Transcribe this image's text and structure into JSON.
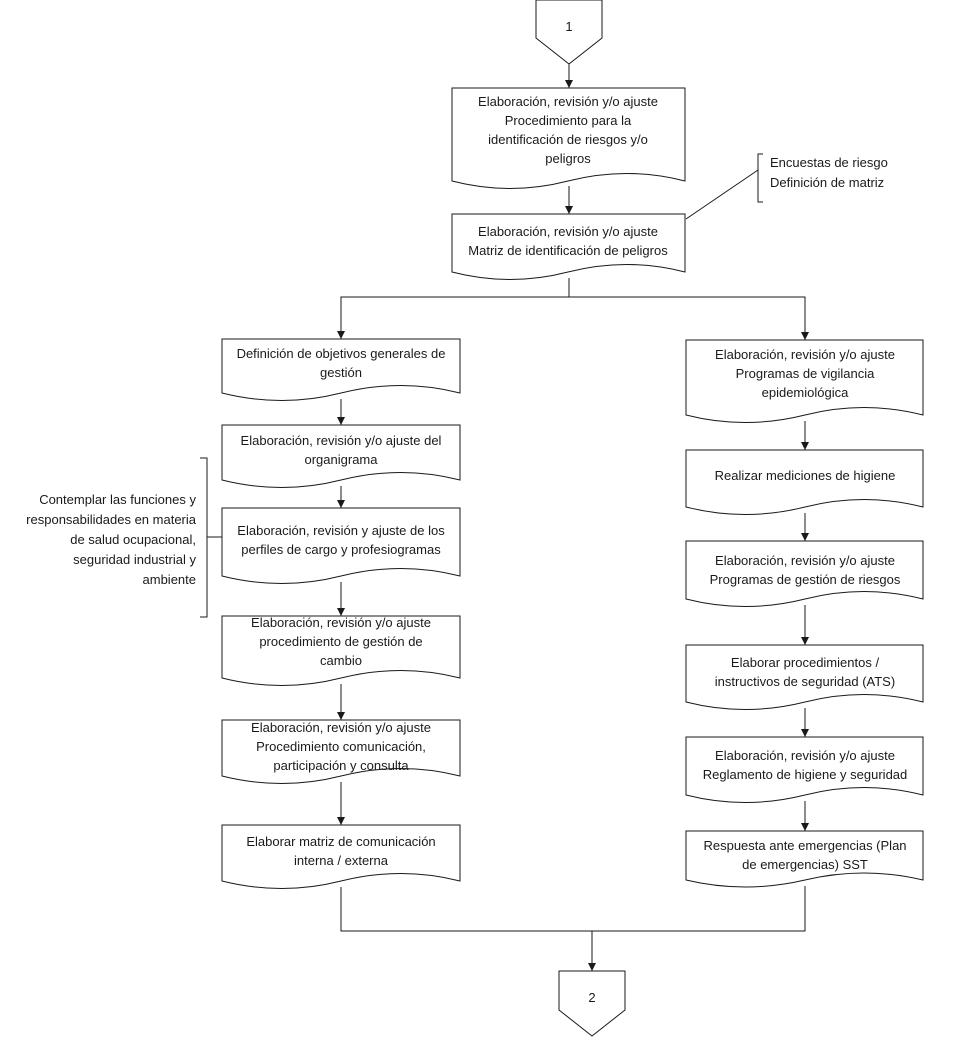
{
  "connectors": {
    "top": "1",
    "bottom": "2"
  },
  "top": {
    "procedure": [
      "Elaboración, revisión y/o ajuste",
      "Procedimiento para la",
      "identificación de riesgos y/o",
      "peligros"
    ],
    "matrix": [
      "Elaboración, revisión y/o ajuste",
      "Matriz de identificación de peligros"
    ],
    "matrix_note": [
      "Encuestas de riesgo",
      "Definición de matriz"
    ]
  },
  "left": {
    "objectives": [
      "Definición de objetivos generales de",
      "gestión"
    ],
    "org_chart": [
      "Elaboración, revisión y/o ajuste del",
      "organigrama"
    ],
    "profiles": [
      "Elaboración, revisión y ajuste de los",
      "perfiles de cargo y profesiogramas"
    ],
    "change": [
      "Elaboración, revisión y/o ajuste",
      "procedimiento de gestión de",
      "cambio"
    ],
    "communication": [
      "Elaboración, revisión y/o ajuste",
      "Procedimiento comunicación,",
      "participación y consulta"
    ],
    "comm_matrix": [
      "Elaborar matriz de comunicación",
      "interna / externa"
    ],
    "note": [
      "Contemplar las funciones y",
      "responsabilidades en materia",
      "de salud ocupacional,",
      "seguridad industrial y",
      "ambiente"
    ]
  },
  "right": {
    "surveillance": [
      "Elaboración, revisión y/o ajuste",
      "Programas de vigilancia",
      "epidemiológica"
    ],
    "hygiene": [
      "Realizar mediciones de higiene"
    ],
    "risk_programs": [
      "Elaboración, revisión y/o ajuste",
      "Programas de gestión de riesgos"
    ],
    "procedures": [
      "Elaborar procedimientos /",
      "instructivos de seguridad (ATS)"
    ],
    "regulation": [
      "Elaboración, revisión y/o ajuste",
      "Reglamento de higiene y seguridad"
    ],
    "emergency": [
      "Respuesta ante emergencias (Plan",
      "de emergencias) SST"
    ]
  }
}
